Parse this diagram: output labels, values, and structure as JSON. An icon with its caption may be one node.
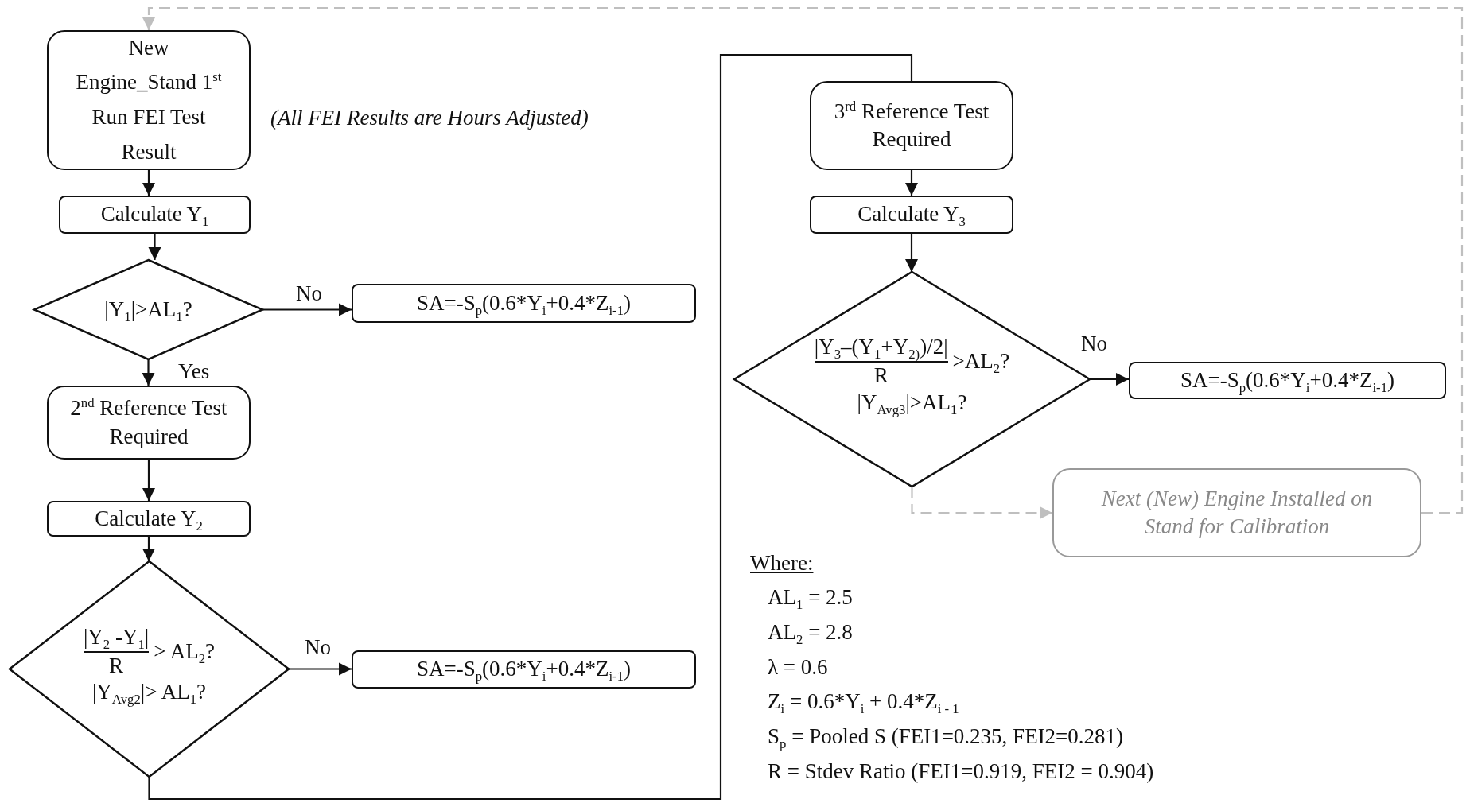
{
  "diagram": {
    "nodes": [
      {
        "text": [
          "New Engine_Stand 1$^{st}$ Run FEI Test Result"
        ]
      },
      {
        "text": [
          "Calculate Y$_{1}$"
        ]
      },
      {
        "text": [
          "|Y$_{1}$|>AL$_{1}$?"
        ]
      },
      {
        "text": [
          "SA=-S$_{p}$(0.6*Y$_{i}$+0.4*Z$_{i-1}$)"
        ]
      },
      {
        "text": [
          "2$^{nd}$ Reference Test Required"
        ]
      },
      {
        "text": [
          "Calculate Y$_{2}$"
        ]
      },
      {
        "text": [
          "|Y$_{2}$ -Y$_{1}$|",
          "R",
          "> AL$_{2}$?",
          "|Y$_{Avg2}$|> AL$_{1}$?"
        ]
      },
      {
        "text": [
          "SA=-S$_{p}$(0.6*Y$_{i}$+0.4*Z$_{i-1}$)"
        ]
      },
      {
        "text": [
          "3$^{rd}$ Reference Test Required"
        ]
      },
      {
        "text": [
          "Calculate Y$_{3}$"
        ]
      },
      {
        "text": [
          "|Y$_{3}$–(Y$_{1}$+Y$_{2)}$)/2|",
          "R",
          ">AL$_{2}$?",
          "|Y$_{Avg3}$|>AL$_{1}$?"
        ]
      },
      {
        "text": [
          "SA=-S$_{p}$(0.6*Y$_{i}$+0.4*Z$_{i-1}$)"
        ]
      },
      {
        "text": [
          "Next (New) Engine Installed on Stand for Calibration"
        ]
      }
    ],
    "edges": [
      {
        "from": 0,
        "to": 1,
        "arrow": "to"
      },
      {
        "from": 1,
        "to": 2,
        "arrow": "to"
      },
      {
        "from": 2,
        "to": 3,
        "arrow": "to",
        "label": "No"
      },
      {
        "from": 2,
        "to": 4,
        "arrow": "to",
        "label": "Yes"
      },
      {
        "from": 4,
        "to": 5,
        "arrow": "to"
      },
      {
        "from": 5,
        "to": 6,
        "arrow": "to"
      },
      {
        "from": 6,
        "to": 7,
        "arrow": "to",
        "label": "No"
      },
      {
        "from": 6,
        "to": 8,
        "arrow": "none"
      },
      {
        "from": 8,
        "to": 9,
        "arrow": "to"
      },
      {
        "from": 9,
        "to": 10,
        "arrow": "to"
      },
      {
        "from": 10,
        "to": 11,
        "arrow": "to",
        "label": "No"
      },
      {
        "from": 10,
        "to": 12,
        "arrow": "to",
        "style": "dashed",
        "color": "#bfbfbf"
      },
      {
        "from": 12,
        "to": 0,
        "arrow": "to",
        "style": "dashed",
        "color": "#bfbfbf"
      }
    ],
    "labels": [
      "(All FEI Results are Hours Adjusted)",
      "Where:",
      "AL$_{1}$ = 2.5",
      "AL$_{2}$ = 2.8",
      "λ = 0.6",
      "Z$_{i}$ = 0.6*Y$_{i}$ + 0.4*Z$_{i - 1}$",
      "S$_{p}$ = Pooled S (FEI1=0.235, FEI2=0.281)",
      "R = Stdev Ratio (FEI1=0.919, FEI2 = 0.904)"
    ]
  }
}
